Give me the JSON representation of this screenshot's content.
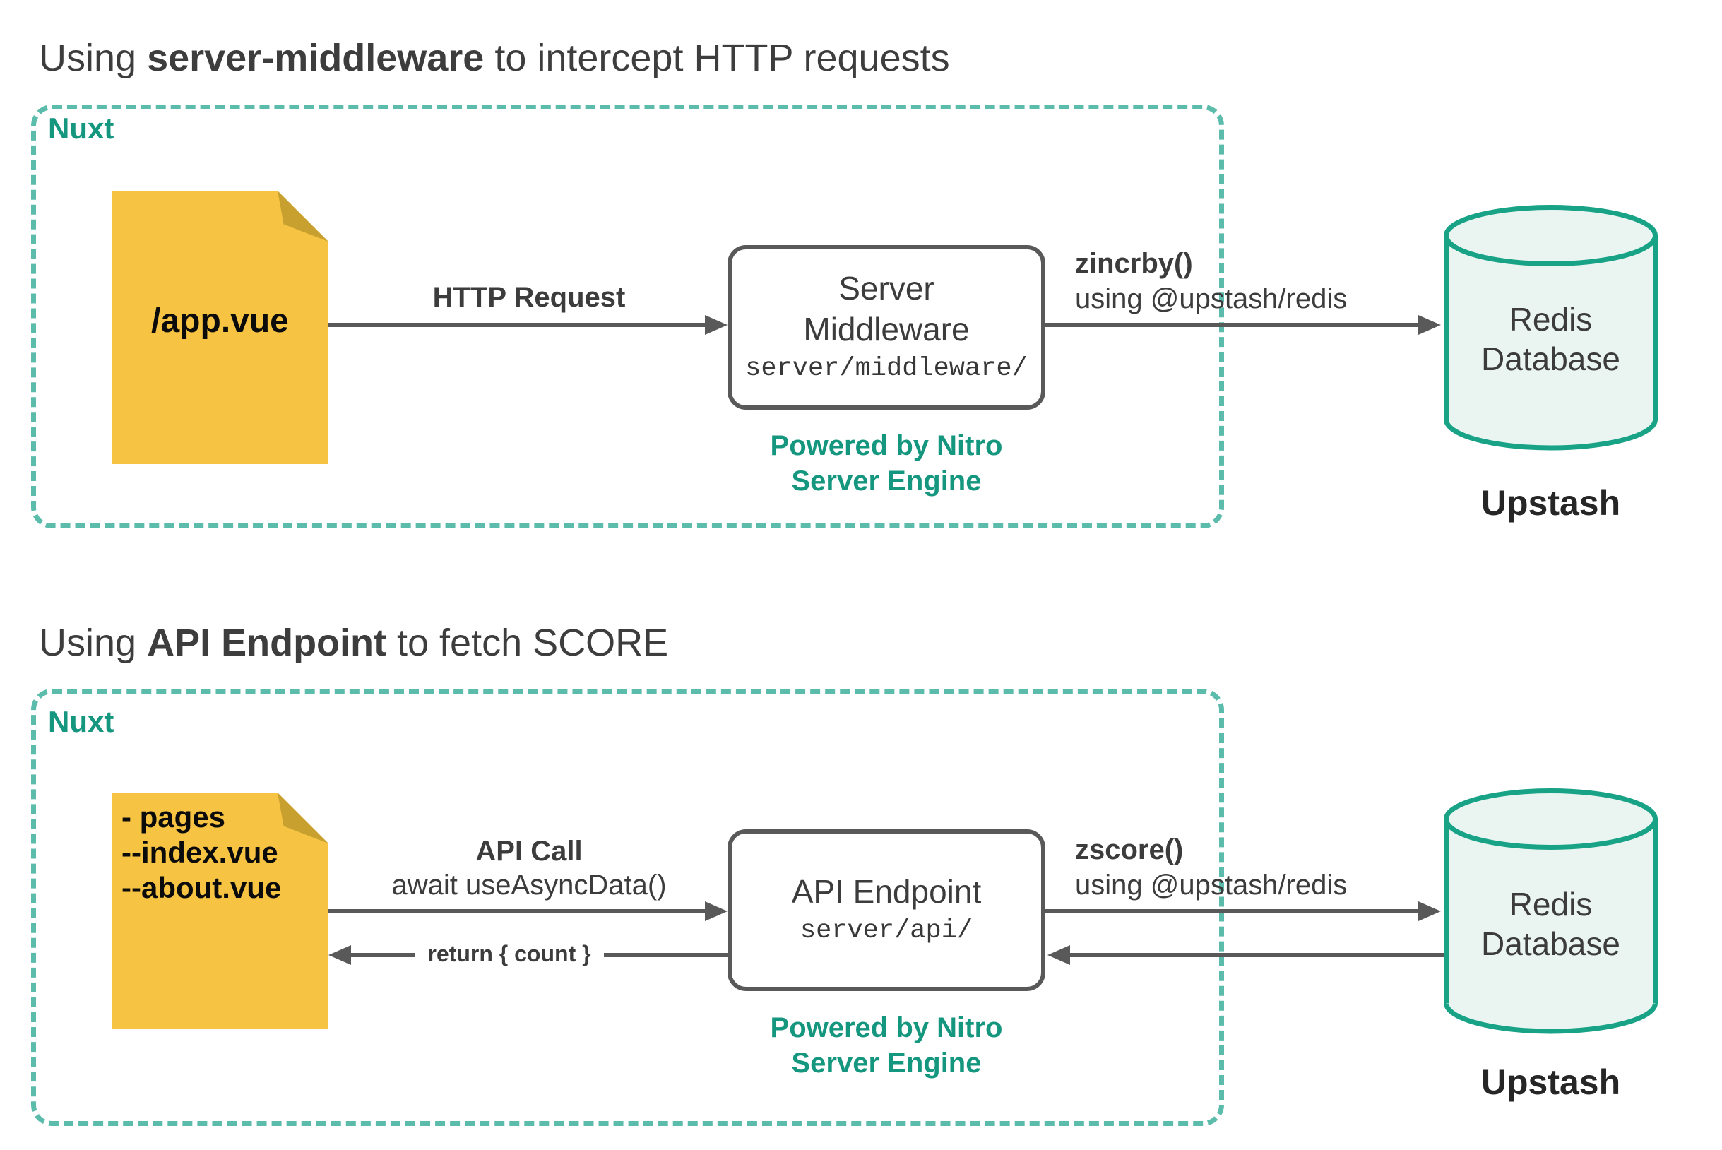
{
  "colors": {
    "teal_border": "#5CBCAB",
    "teal_text": "#15967E",
    "db_stroke": "#18A286",
    "db_fill": "#EAF5F1",
    "file_yellow": "#F7C342",
    "file_fold": "#C7A02F",
    "stroke_gray": "#595959",
    "text_dark": "#3C3C3C"
  },
  "sections": [
    {
      "title": {
        "prefix": "Using ",
        "bold": "server-middleware",
        "suffix": " to intercept HTTP requests"
      },
      "frame_label": "Nuxt",
      "file": {
        "lines": [
          "/app.vue"
        ]
      },
      "request_arrow": {
        "label": "HTTP Request"
      },
      "node": {
        "title_lines": [
          "Server",
          "Middleware"
        ],
        "path": "server/middleware/"
      },
      "powered_by": {
        "lines": [
          "Powered by Nitro",
          "Server Engine"
        ]
      },
      "db_arrow": {
        "label": "zincrby()",
        "sublabel": "using @upstash/redis"
      },
      "database": {
        "lines": [
          "Redis",
          "Database"
        ],
        "caption": "Upstash"
      }
    },
    {
      "title": {
        "prefix": "Using ",
        "bold": "API Endpoint",
        "suffix": " to fetch SCORE"
      },
      "frame_label": "Nuxt",
      "file": {
        "lines": [
          "- pages",
          "--index.vue",
          "--about.vue"
        ]
      },
      "request_arrow": {
        "label": "API Call",
        "sublabel": "await useAsyncData()"
      },
      "return_arrow": {
        "label": "return { count }"
      },
      "node": {
        "title_lines": [
          "API Endpoint"
        ],
        "path": "server/api/"
      },
      "powered_by": {
        "lines": [
          "Powered by Nitro",
          "Server Engine"
        ]
      },
      "db_arrow": {
        "label": "zscore()",
        "sublabel": "using @upstash/redis"
      },
      "database": {
        "lines": [
          "Redis",
          "Database"
        ],
        "caption": "Upstash"
      }
    }
  ]
}
